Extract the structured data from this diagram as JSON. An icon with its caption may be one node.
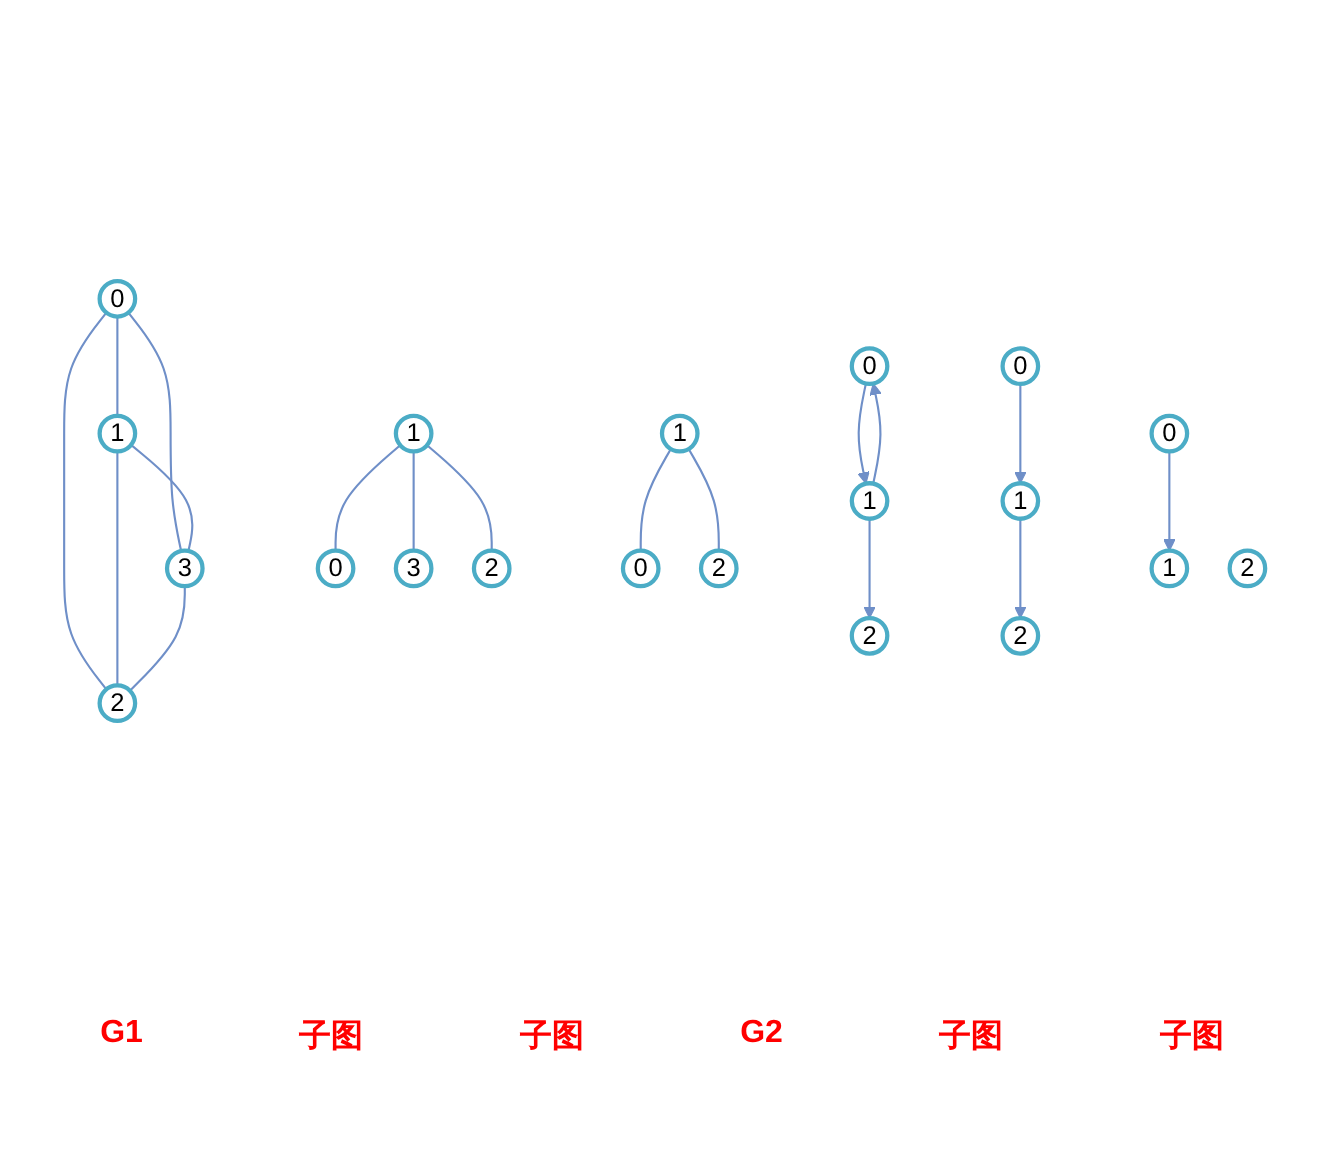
{
  "diagram": {
    "nodes": [
      {
        "text": [
          "0"
        ]
      },
      {
        "text": [
          "1"
        ]
      },
      {
        "text": [
          "3"
        ]
      },
      {
        "text": [
          "2"
        ]
      },
      {
        "text": [
          "0"
        ]
      },
      {
        "text": [
          "1"
        ]
      },
      {
        "text": [
          "3"
        ]
      },
      {
        "text": [
          "2"
        ]
      },
      {
        "text": [
          "0"
        ]
      },
      {
        "text": [
          "1"
        ]
      },
      {
        "text": [
          "2"
        ]
      },
      {
        "text": [
          "0"
        ]
      },
      {
        "text": [
          "1"
        ]
      },
      {
        "text": [
          "2"
        ]
      },
      {
        "text": [
          "0"
        ]
      },
      {
        "text": [
          "1"
        ]
      },
      {
        "text": [
          "2"
        ]
      },
      {
        "text": [
          "0"
        ]
      },
      {
        "text": [
          "1"
        ]
      },
      {
        "text": [
          "2"
        ]
      }
    ],
    "edges": [
      {
        "from": 0,
        "to": 1,
        "arrow": "none"
      },
      {
        "from": 0,
        "to": 2,
        "arrow": "none"
      },
      {
        "from": 0,
        "to": 3,
        "arrow": "none"
      },
      {
        "from": 1,
        "to": 2,
        "arrow": "none"
      },
      {
        "from": 1,
        "to": 3,
        "arrow": "none"
      },
      {
        "from": 2,
        "to": 3,
        "arrow": "none"
      },
      {
        "from": 5,
        "to": 4,
        "arrow": "none"
      },
      {
        "from": 5,
        "to": 6,
        "arrow": "none"
      },
      {
        "from": 5,
        "to": 7,
        "arrow": "none"
      },
      {
        "from": 9,
        "to": 8,
        "arrow": "none"
      },
      {
        "from": 9,
        "to": 10,
        "arrow": "none"
      },
      {
        "from": 11,
        "to": 12,
        "arrow": "to"
      },
      {
        "from": 12,
        "to": 11,
        "arrow": "to"
      },
      {
        "from": 12,
        "to": 13,
        "arrow": "to"
      },
      {
        "from": 14,
        "to": 15,
        "arrow": "to"
      },
      {
        "from": 15,
        "to": 16,
        "arrow": "to"
      },
      {
        "from": 17,
        "to": 18,
        "arrow": "to"
      }
    ],
    "labels": [
      "G1",
      "子图",
      "子图",
      "G2",
      "子图",
      "子图"
    ]
  }
}
